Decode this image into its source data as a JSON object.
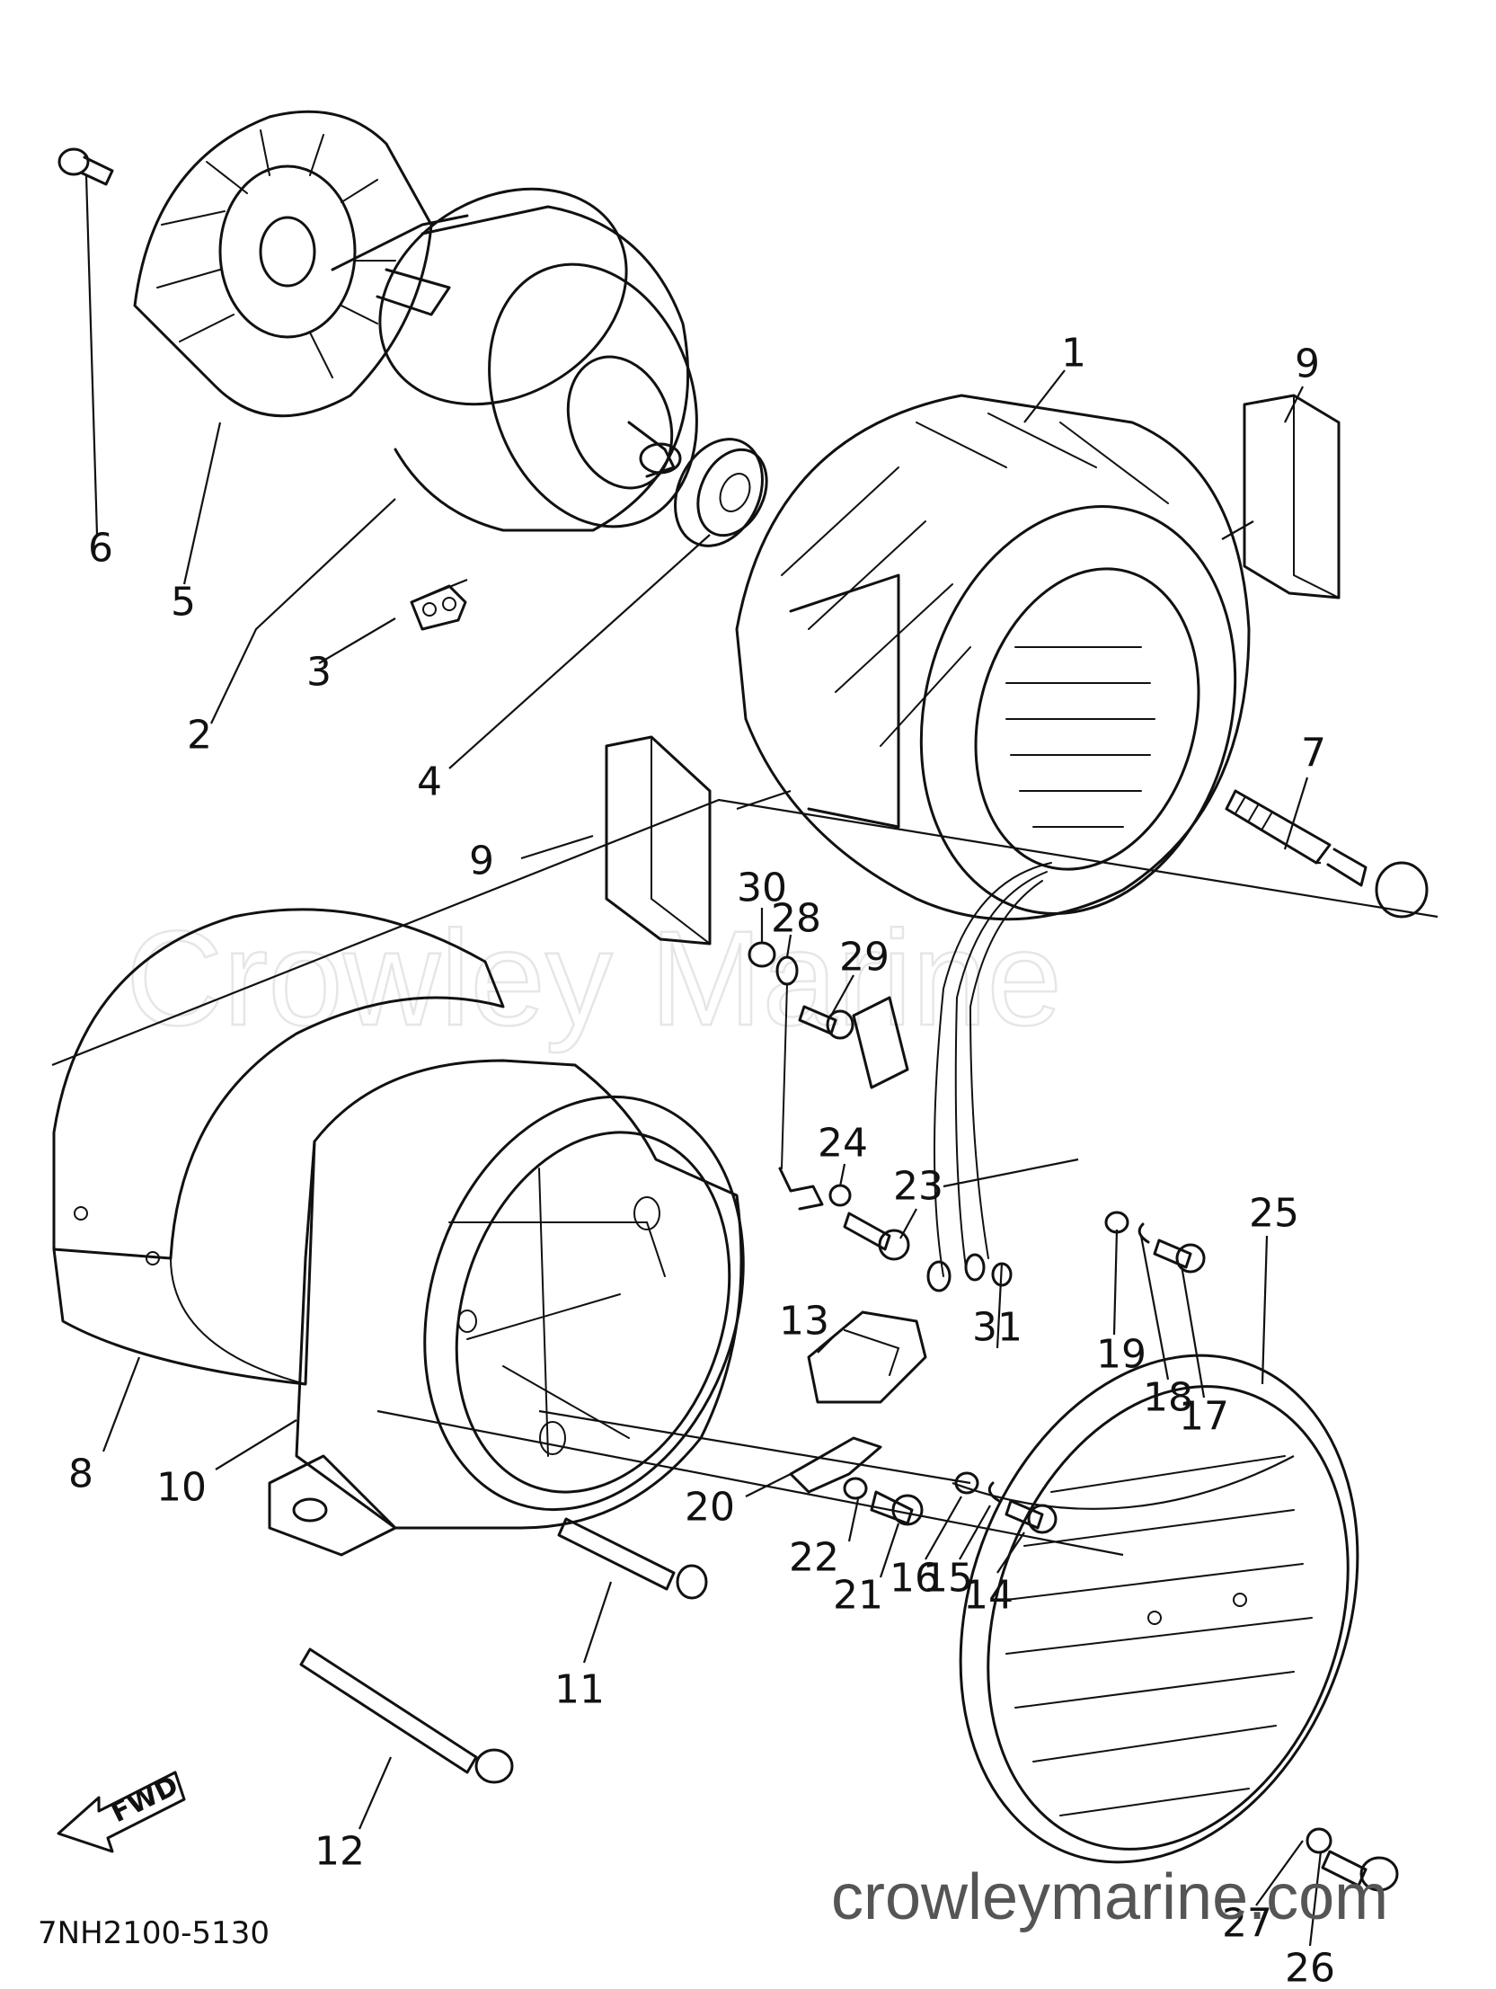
{
  "diagram": {
    "callouts": [
      {
        "label": "1"
      },
      {
        "label": "2"
      },
      {
        "label": "3"
      },
      {
        "label": "4"
      },
      {
        "label": "5"
      },
      {
        "label": "6"
      },
      {
        "label": "7"
      },
      {
        "label": "8"
      },
      {
        "label": "9"
      },
      {
        "label": "9"
      },
      {
        "label": "10"
      },
      {
        "label": "11"
      },
      {
        "label": "12"
      },
      {
        "label": "13"
      },
      {
        "label": "14"
      },
      {
        "label": "15"
      },
      {
        "label": "16"
      },
      {
        "label": "17"
      },
      {
        "label": "18"
      },
      {
        "label": "19"
      },
      {
        "label": "20"
      },
      {
        "label": "21"
      },
      {
        "label": "22"
      },
      {
        "label": "23"
      },
      {
        "label": "24"
      },
      {
        "label": "25"
      },
      {
        "label": "26"
      },
      {
        "label": "27"
      },
      {
        "label": "28"
      },
      {
        "label": "29"
      },
      {
        "label": "30"
      },
      {
        "label": "31"
      }
    ],
    "part_code": "7NH2100-5130",
    "fwd_label": "FWD",
    "watermark_center": "Crowley Marine",
    "watermark_bottom": "crowleymarine.com"
  }
}
